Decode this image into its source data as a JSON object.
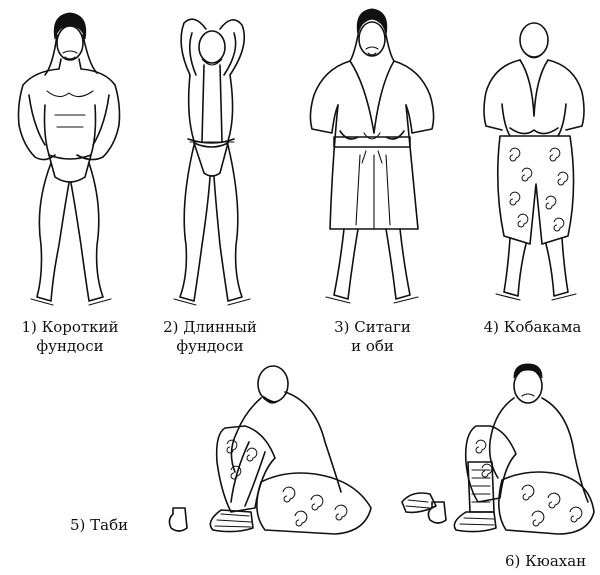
{
  "figures": [
    {
      "id": 1,
      "caption_lines": [
        "1) Короткий",
        "фундоси"
      ]
    },
    {
      "id": 2,
      "caption_lines": [
        "2) Длинный",
        "фундоси"
      ]
    },
    {
      "id": 3,
      "caption_lines": [
        "3) Ситаги",
        "и оби"
      ]
    },
    {
      "id": 4,
      "caption_lines": [
        "4) Кобакама"
      ]
    },
    {
      "id": 5,
      "caption_lines": [
        "5) Таби"
      ]
    },
    {
      "id": 6,
      "caption_lines": [
        "6) Кюахан"
      ]
    }
  ]
}
